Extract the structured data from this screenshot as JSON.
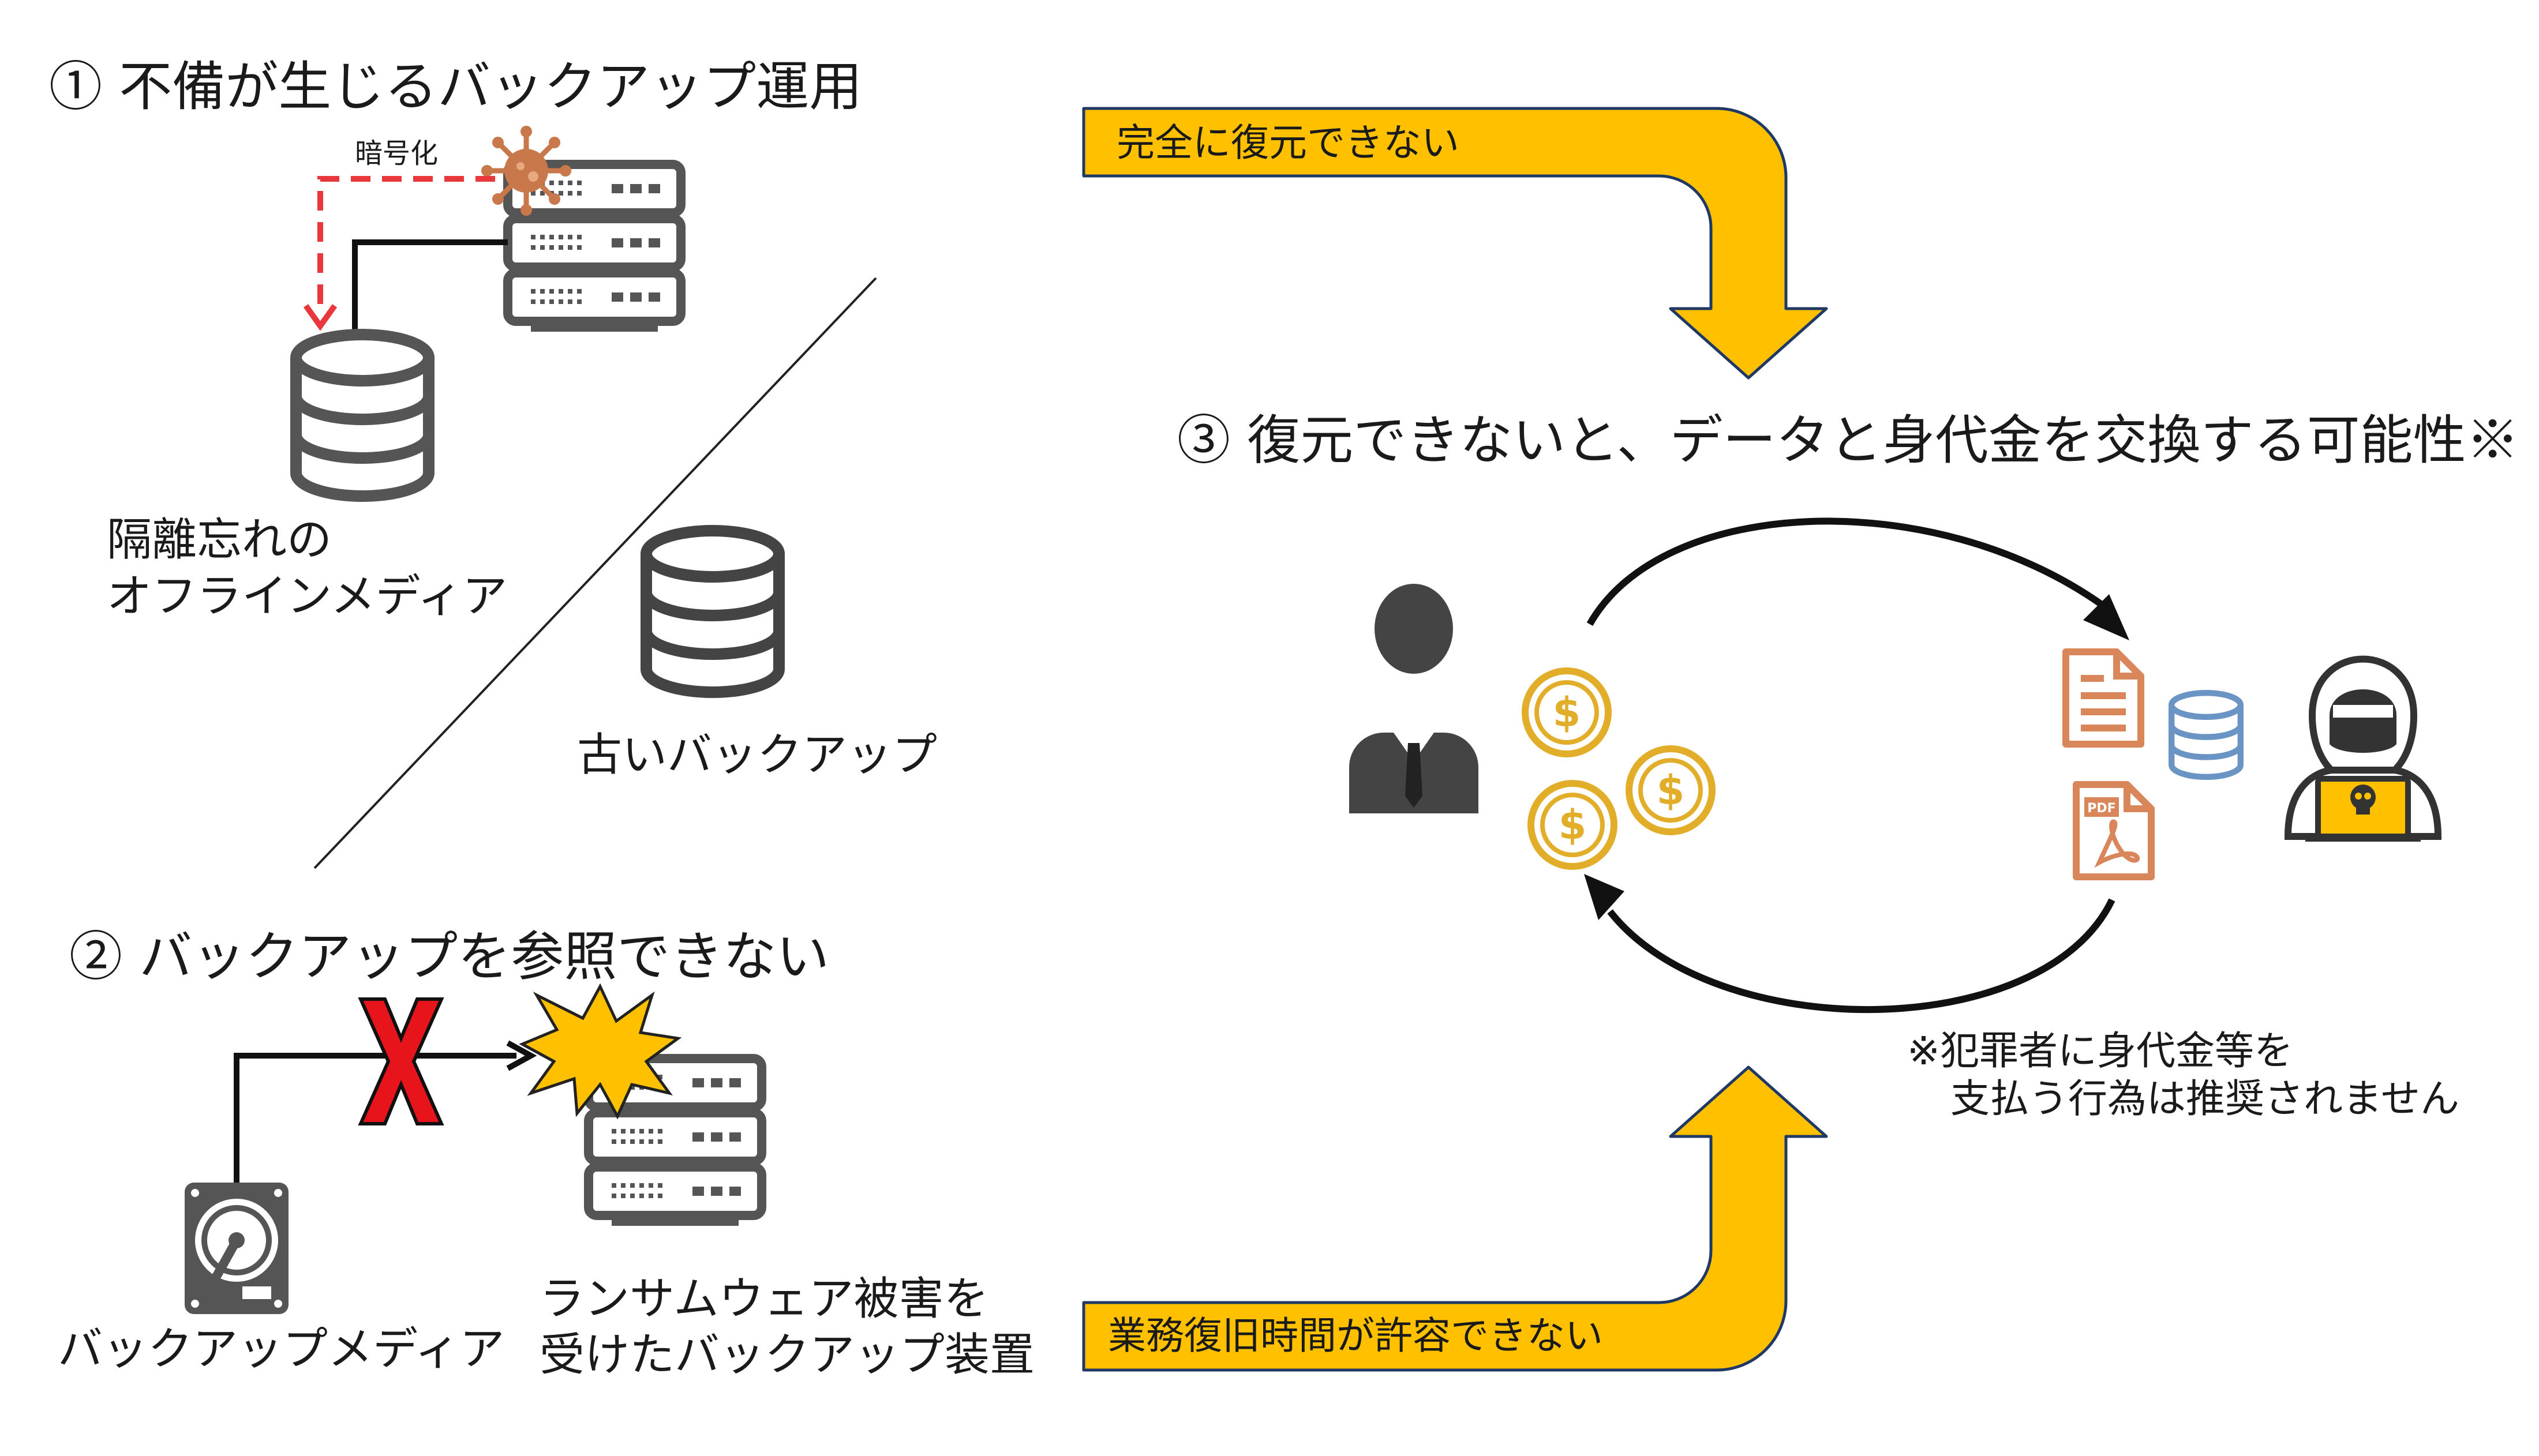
{
  "section1": {
    "title": "① 不備が生じるバックアップ運用",
    "encrypt_label": "暗号化",
    "forgotten_media_line1": "隔離忘れの",
    "forgotten_media_line2": "オフラインメディア",
    "old_backup_label": "古いバックアップ"
  },
  "section2": {
    "title": "② バックアップを参照できない",
    "media_label": "バックアップメディア",
    "damaged_line1": "ランサムウェア被害を",
    "damaged_line2": "受けたバックアップ装置"
  },
  "section3": {
    "title": "③ 復元できないと、データと身代金を交換する可能性※",
    "note_line1": "※犯罪者に身代金等を",
    "note_line2": "支払う行為は推奨されません"
  },
  "arrows": {
    "top_label": "完全に復元できない",
    "bottom_label": "業務復旧時間が許容できない"
  },
  "colors": {
    "arrow_fill": "#FFC000",
    "arrow_stroke": "#1F3864",
    "icon_gray": "#555555",
    "virus": "#C8784A",
    "coin": "#E2AE2A",
    "document": "#D9875A",
    "database_blue": "#6A94C4",
    "dashed_red": "#E8383D",
    "cross_red": "#E8141C",
    "burst": "#FFC000"
  },
  "icons": [
    "server-icon",
    "virus-icon",
    "database-icon",
    "hard-drive-icon",
    "cross-mark-icon",
    "explosion-icon",
    "businessman-icon",
    "coin-icon",
    "document-icon",
    "pdf-icon",
    "hacker-icon",
    "skull-icon"
  ]
}
